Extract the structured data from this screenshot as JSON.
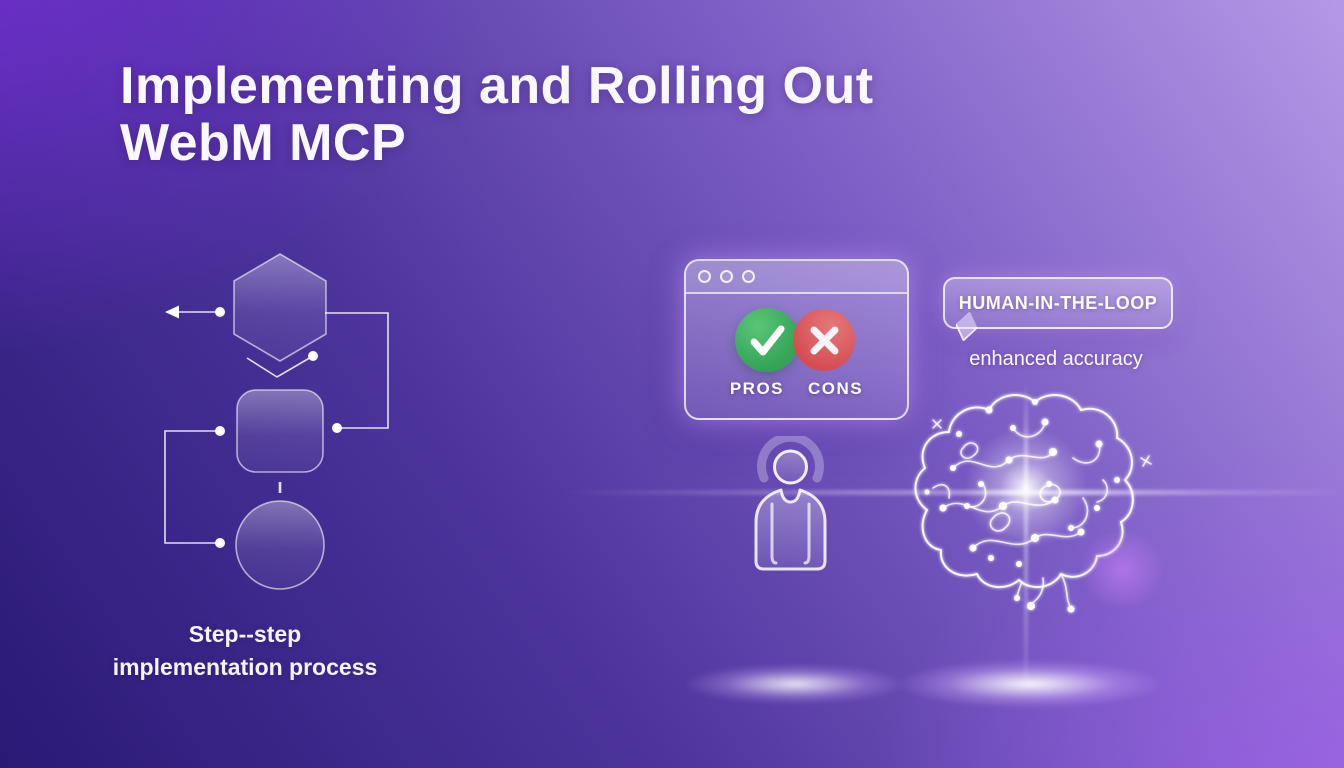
{
  "slide": {
    "title": [
      "Implementing and Rolling Out",
      "WebM MCP"
    ]
  },
  "flowchart": {
    "caption": [
      "Step--step",
      "implementation process"
    ],
    "shapes": [
      "hexagon",
      "rounded-square",
      "circle"
    ]
  },
  "browser": {
    "pros_label": "PROS",
    "cons_label": "CONS"
  },
  "callout": {
    "label": "HUMAN-IN-THE-LOOP",
    "subtitle": "enhanced accuracy"
  },
  "icons": {
    "window_controls": "three-dots",
    "pros": "check-icon",
    "cons": "x-icon",
    "person": "human-figure-icon",
    "brain": "neural-brain-icon"
  },
  "colors": {
    "pros_green": "#3aa85c",
    "cons_red": "#dd5252",
    "background_dark": "#2a1975",
    "background_light": "#b598e6",
    "accent_vivid": "#7a2fdc",
    "glow_white": "#ffffff"
  }
}
